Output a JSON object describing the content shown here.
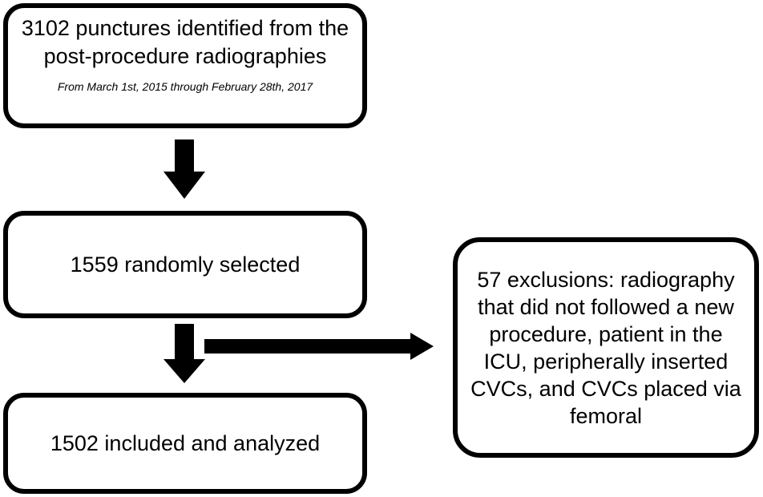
{
  "flowchart": {
    "top_box": {
      "text": "3102 punctures identified from the post-procedure radiographies",
      "subtitle": "From March 1st, 2015 through February 28th, 2017"
    },
    "middle_box": {
      "text": "1559 randomly selected"
    },
    "bottom_box": {
      "text": "1502 included and analyzed"
    },
    "exclusion_box": {
      "text": "57 exclusions: radiography that did not followed a new procedure, patient in the ICU, peripherally inserted CVCs, and CVCs placed via femoral"
    },
    "colors": {
      "stroke": "#000000",
      "fill": "#ffffff"
    }
  }
}
